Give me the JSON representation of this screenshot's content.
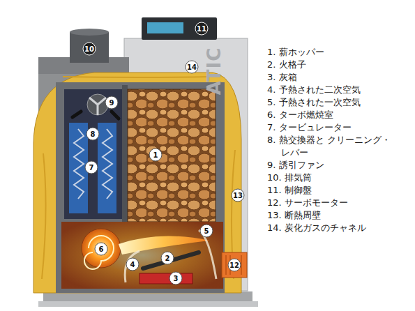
{
  "diagram": {
    "labels": [
      "ATIC",
      "10",
      "11",
      "14",
      "9",
      "8",
      "7",
      "1",
      "13",
      "5",
      "6",
      "4",
      "2",
      "3",
      "12",
      "1. 薪ホッパー",
      "2. 火格子",
      "3. 灰箱",
      "4. 予熱された二次空気",
      "5. 予熱された一次空気",
      "6. ターボ燃焼室",
      "7. タービュレーター",
      "8. 熱交換器と クリーニング・レバー",
      "9. 誘引ファン",
      "10. 排気筒",
      "11. 制御盤",
      "12. サーボモーター",
      "13. 断熱周壁",
      "14. 炭化ガスのチャネル"
    ]
  }
}
